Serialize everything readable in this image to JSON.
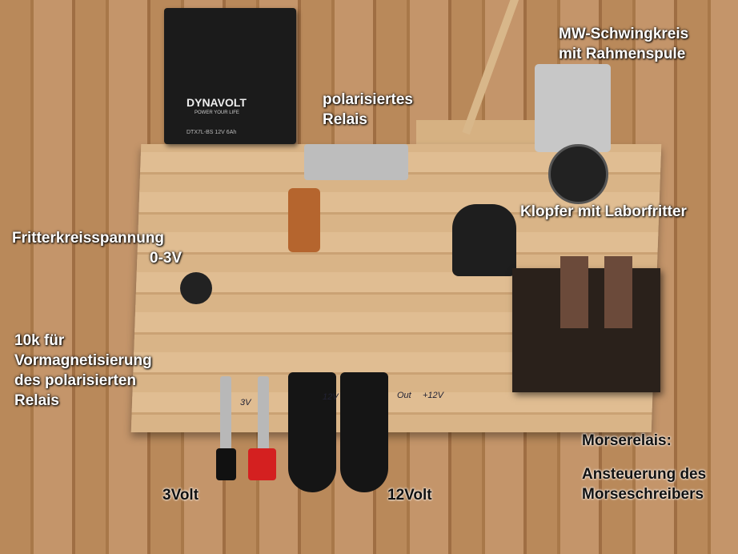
{
  "battery": {
    "brand": "DYNAVOLT",
    "tagline": "POWER YOUR LIFE",
    "spec": "DTX7L-BS 12V 6Ah"
  },
  "labels": {
    "schwingkreis": [
      "MW-Schwingkreis",
      "mit Rahmenspule"
    ],
    "relais": [
      "polarisiertes",
      "Relais"
    ],
    "klopfer": "Klopfer mit Laborfritter",
    "fritter": [
      "Fritterkreisspannung",
      "0-3V"
    ],
    "vormag": [
      "10k für",
      "Vormagnetisierung",
      "des polarisierten",
      "Relais"
    ],
    "morse_title": "Morserelais:",
    "morse_desc": [
      "Ansteuerung des",
      "Morseschreibers"
    ],
    "v3": "3Volt",
    "v12": "12Volt"
  },
  "board_marks": {
    "v3": "3V",
    "v12": "12V",
    "out": "Out",
    "plus12": "+12V"
  }
}
